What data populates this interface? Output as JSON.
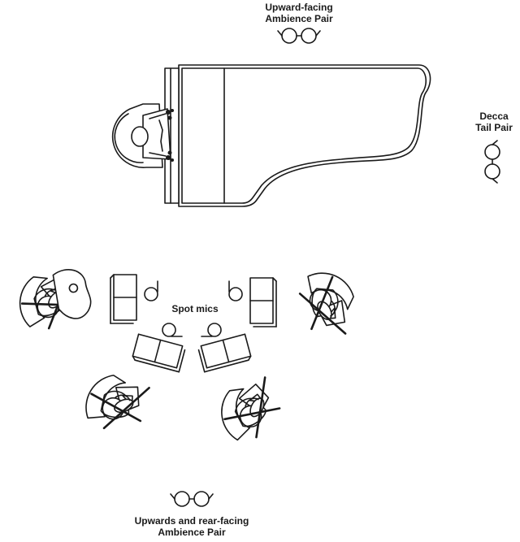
{
  "labels": {
    "upward_pair": [
      "Upward-facing",
      "Ambience Pair"
    ],
    "decca_pair": [
      "Decca",
      "Tail Pair"
    ],
    "spot_mics": "Spot mics",
    "rear_pair": [
      "Upwards and rear-facing",
      "Ambience Pair"
    ]
  }
}
